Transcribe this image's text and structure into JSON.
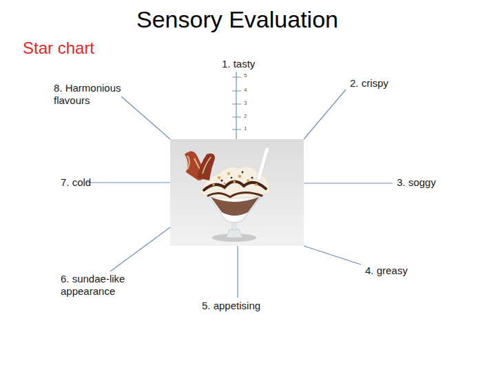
{
  "diagram": {
    "title": "Sensory Evaluation",
    "labels": [
      "Star chart",
      "1. tasty",
      "5",
      "4",
      "3",
      "2",
      "1",
      "2. crispy",
      "8. Harmonious flavours",
      "7. cold",
      "3. soggy",
      "4. greasy",
      "6. sundae-like appearance",
      "5. appetising"
    ]
  }
}
